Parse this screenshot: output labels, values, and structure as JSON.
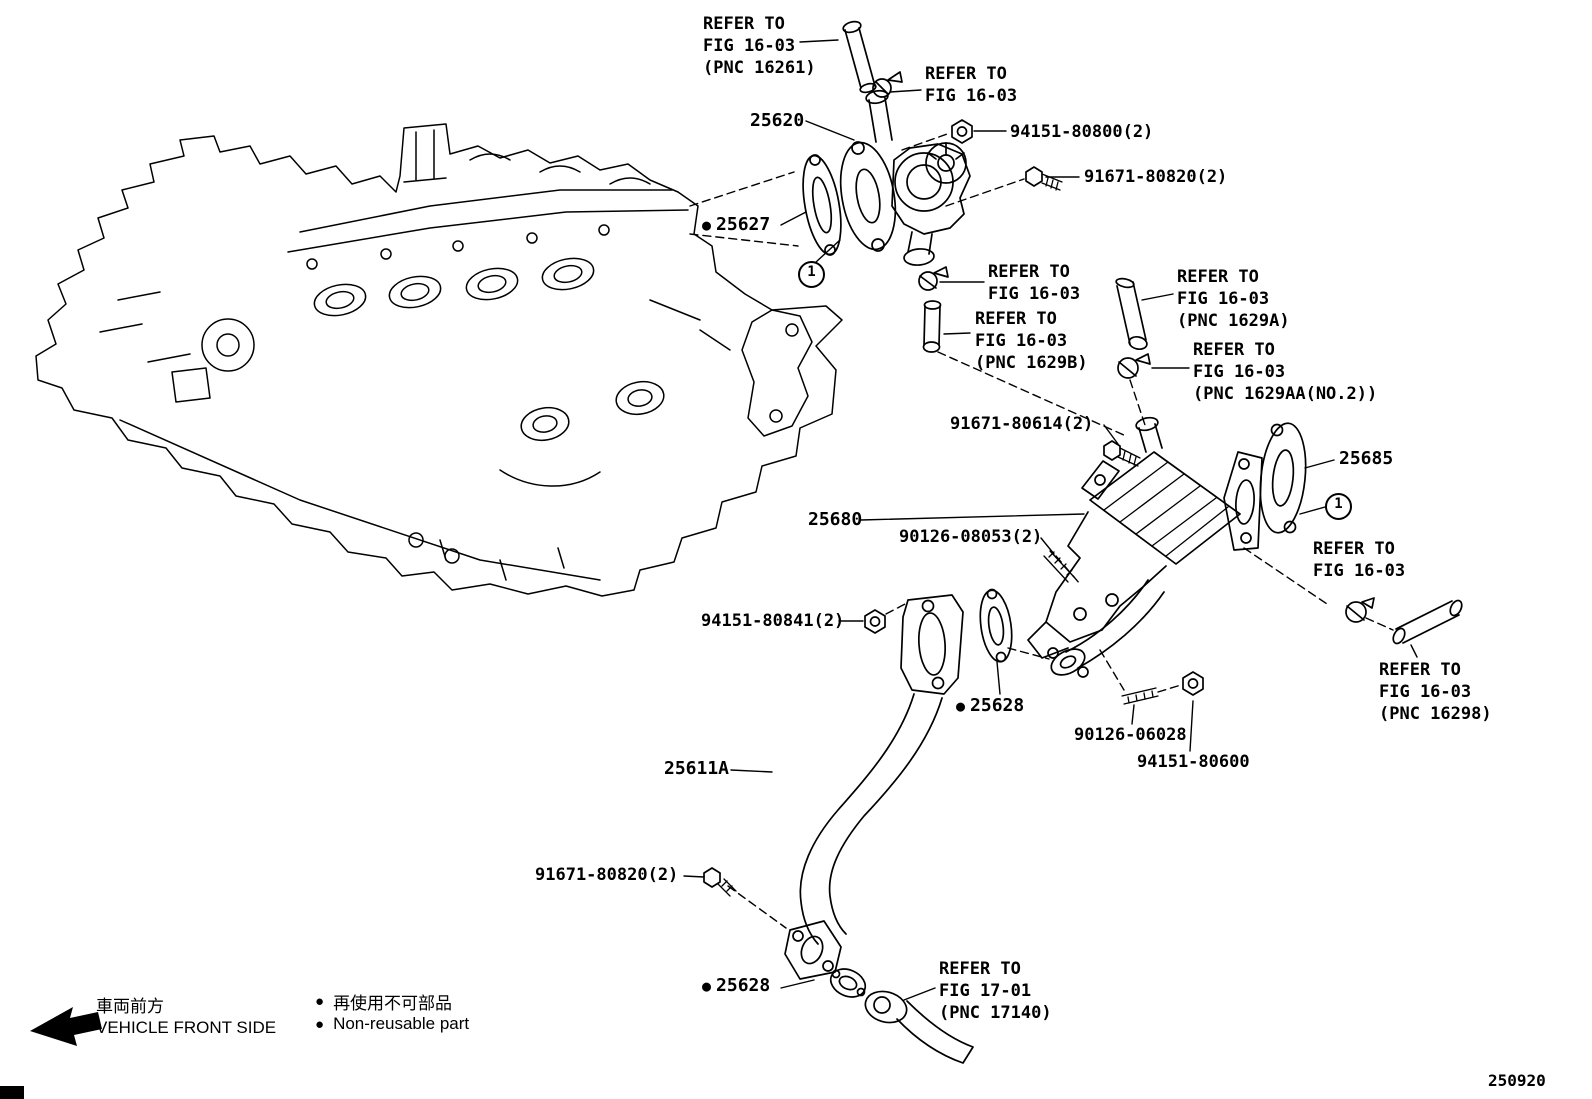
{
  "symbols": {
    "bullet": "●",
    "circle_index": "1"
  },
  "callouts": {
    "ref_16261": "REFER TO\nFIG 16-03\n(PNC 16261)",
    "ref_fig1603_top": "REFER TO\nFIG 16-03",
    "p25620": "25620",
    "p94151_80800": "94151-80800(2)",
    "p91671_80820_upper": "91671-80820(2)",
    "p25627": "25627",
    "ref_fig1603_mid": "REFER TO\nFIG 16-03",
    "ref_1629a": "REFER TO\nFIG 16-03\n(PNC 1629A)",
    "ref_1629b": "REFER TO\nFIG 16-03\n(PNC 1629B)",
    "ref_1629aa": "REFER TO\nFIG 16-03\n(PNC 1629AA(NO.2))",
    "p91671_80614": "91671-80614(2)",
    "p25685": "25685",
    "p25680": "25680",
    "p90126_08053": "90126-08053(2)",
    "ref_fig1603_right": "REFER TO\nFIG 16-03",
    "p94151_80841": "94151-80841(2)",
    "p25628_upper": "25628",
    "ref_16298": "REFER TO\nFIG 16-03\n(PNC 16298)",
    "p90126_06028": "90126-06028",
    "p94151_80600": "94151-80600",
    "p25611a": "25611A",
    "p91671_80820_lower": "91671-80820(2)",
    "p25628_lower": "25628",
    "ref_17140": "REFER TO\nFIG 17-01\n(PNC 17140)"
  },
  "legend": {
    "vehicle_front_jp": "車両前方",
    "vehicle_front_en": "VEHICLE FRONT SIDE",
    "non_reusable_jp": "再使用不可部品",
    "non_reusable_en": "Non-reusable part"
  },
  "footer": {
    "diagram_code": "250920"
  }
}
